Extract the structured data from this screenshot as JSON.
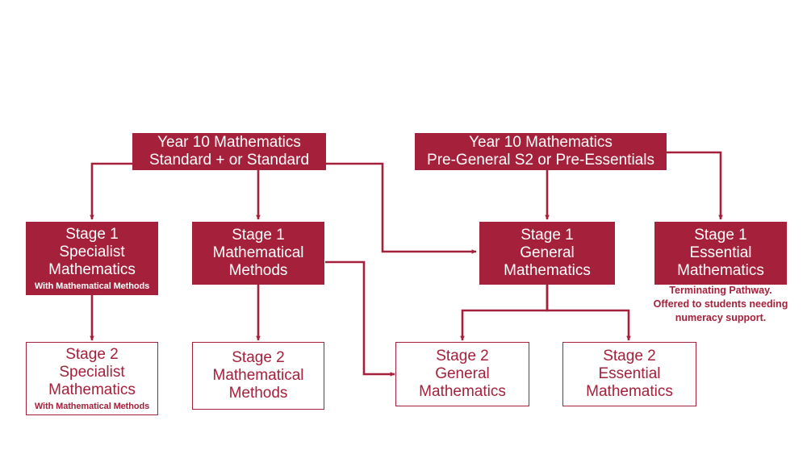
{
  "diagram": {
    "title": "Mathematics Pathways Flowchart",
    "colors": {
      "primary": "#A5203A",
      "background": "#FFFFFF",
      "filled_text": "#FFFFFF",
      "outlined_text": "#A5203A"
    },
    "nodes": [
      {
        "id": "year10-standard",
        "title": "Year 10 Mathematics\nStandard + or Standard",
        "sub": "",
        "style": "filled"
      },
      {
        "id": "year10-pregeneral",
        "title": "Year 10 Mathematics\nPre-General S2 or Pre-Essentials",
        "sub": "",
        "style": "filled"
      },
      {
        "id": "stage1-specialist",
        "title": "Stage 1\nSpecialist\nMathematics",
        "sub": "With Mathematical Methods",
        "style": "filled"
      },
      {
        "id": "stage1-methods",
        "title": "Stage 1\nMathematical\nMethods",
        "sub": "",
        "style": "filled"
      },
      {
        "id": "stage1-general",
        "title": "Stage 1\nGeneral\nMathematics",
        "sub": "",
        "style": "filled"
      },
      {
        "id": "stage1-essential",
        "title": "Stage 1\nEssential\nMathematics",
        "sub": "",
        "style": "filled"
      },
      {
        "id": "stage2-specialist",
        "title": "Stage 2\nSpecialist\nMathematics",
        "sub": "With Mathematical Methods",
        "style": "outlined"
      },
      {
        "id": "stage2-methods",
        "title": "Stage 2\nMathematical\nMethods",
        "sub": "",
        "style": "outlined"
      },
      {
        "id": "stage2-general",
        "title": "Stage 2\nGeneral\nMathematics",
        "sub": "",
        "style": "outlined"
      },
      {
        "id": "stage2-essential",
        "title": "Stage 2\nEssential\nMathematics",
        "sub": "",
        "style": "outlined"
      }
    ],
    "annotations": [
      {
        "id": "essential-note",
        "text": "Terminating Pathway.\nOffered to students needing\nnumeracy support."
      }
    ],
    "edges": [
      {
        "from": "year10-standard",
        "to": "stage1-specialist"
      },
      {
        "from": "year10-standard",
        "to": "stage1-methods"
      },
      {
        "from": "year10-standard",
        "to": "stage1-general"
      },
      {
        "from": "year10-pregeneral",
        "to": "stage1-general"
      },
      {
        "from": "year10-pregeneral",
        "to": "stage1-essential"
      },
      {
        "from": "stage1-specialist",
        "to": "stage2-specialist"
      },
      {
        "from": "stage1-methods",
        "to": "stage2-methods"
      },
      {
        "from": "stage1-methods",
        "to": "stage2-general"
      },
      {
        "from": "stage1-general",
        "to": "stage2-general"
      },
      {
        "from": "stage1-general",
        "to": "stage2-essential"
      }
    ]
  }
}
